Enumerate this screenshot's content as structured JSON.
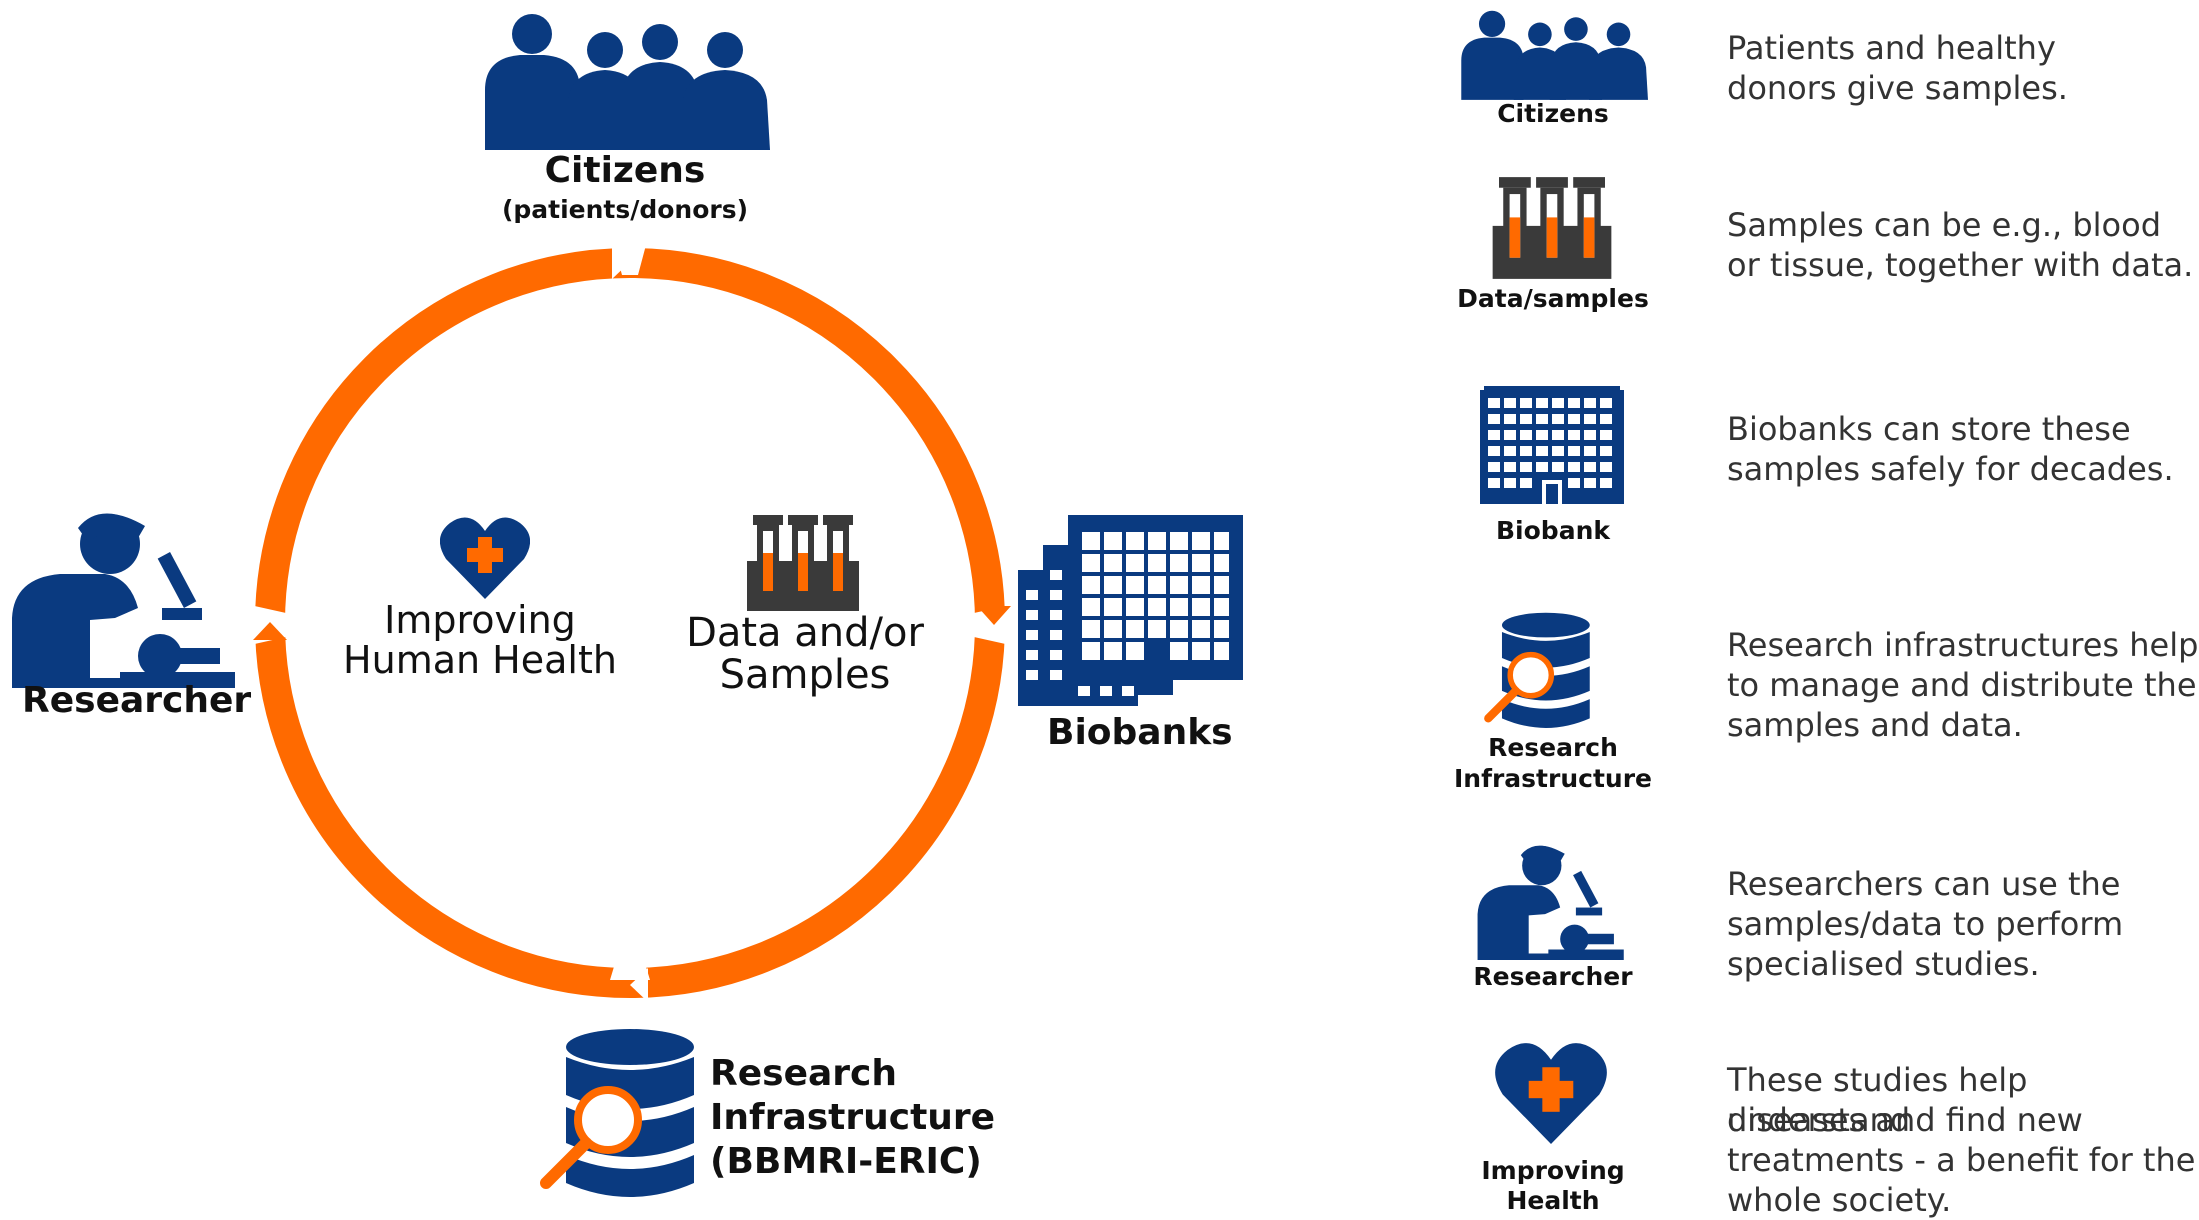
{
  "colors": {
    "navy": "#0a3a80",
    "orange": "#ff6a00",
    "dark_gray": "#3a3a3a"
  },
  "diagram": {
    "citizens_title": "Citizens",
    "citizens_subtitle": "(patients/donors)",
    "researcher": "Researcher",
    "biobanks": "Biobanks",
    "ri_line1": "Research",
    "ri_line2": "Infrastructure",
    "ri_line3": "(BBMRI-ERIC)",
    "health_line1": "Improving",
    "health_line2": "Human Health",
    "samples_line1": "Data and/or",
    "samples_line2": "Samples"
  },
  "legend": [
    {
      "icon": "citizens-icon",
      "label": "Citizens",
      "text": [
        "Patients and healthy",
        "donors give samples."
      ]
    },
    {
      "icon": "test-tubes-icon",
      "label": "Data/samples",
      "text": [
        "Samples can be e.g., blood",
        "or tissue, together with data."
      ]
    },
    {
      "icon": "biobank-building-icon",
      "label": "Biobank",
      "text": [
        "Biobanks can store these",
        "samples safely for decades."
      ]
    },
    {
      "icon": "database-search-icon",
      "label": [
        "Research",
        "Infrastructure"
      ],
      "text": [
        "Research infrastructures help",
        "to manage and distribute the",
        "samples and data."
      ]
    },
    {
      "icon": "researcher-microscope-icon",
      "label": "Researcher",
      "text": [
        "Researchers can use the",
        "samples/data to perform",
        "specialised studies."
      ]
    },
    {
      "icon": "heart-plus-icon",
      "label": [
        "Improving",
        "Health"
      ],
      "text": [
        "These studies help understand",
        "diseases and find new",
        "treatments - a benefit for the",
        "whole society."
      ]
    }
  ]
}
